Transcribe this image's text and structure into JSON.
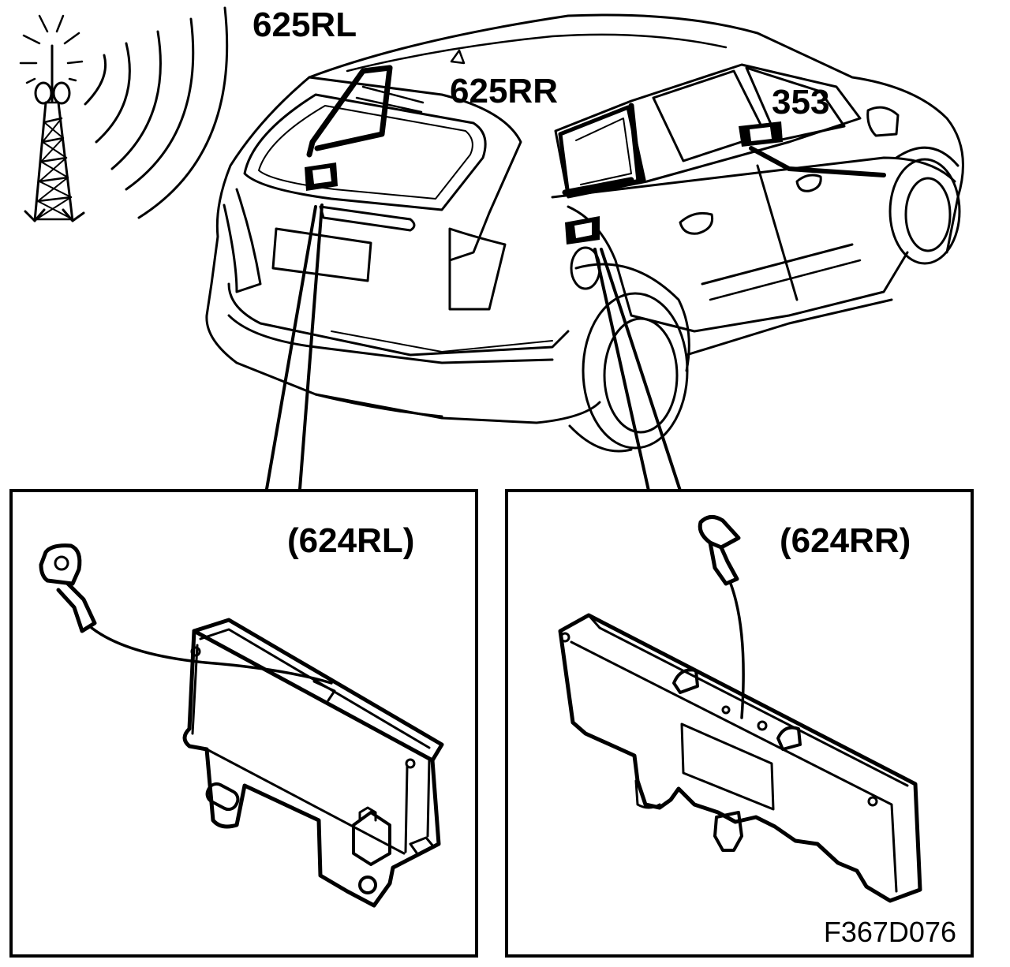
{
  "labels": {
    "antenna_left": "625RL",
    "antenna_right": "625RR",
    "control_module": "353",
    "module_left": "(624RL)",
    "module_right": "(624RR)"
  },
  "figure_ref": "F367D076",
  "colors": {
    "ink": "#000000",
    "paper": "#ffffff"
  }
}
